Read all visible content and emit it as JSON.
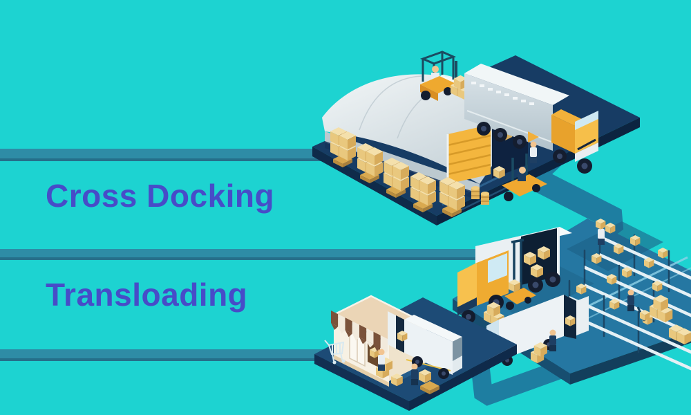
{
  "labels": {
    "cross_docking": "Cross Docking",
    "transloading": "Transloading"
  },
  "colors": {
    "background": "#1DD3D1",
    "road_band": "#2E8CA6",
    "road_connector": "#1E7EA1",
    "label_text": "#474CC8",
    "platform_navy": "#173C64",
    "platform_blue": "#2577A2",
    "store_platform": "#1D4B76",
    "accent_yellow": "#F0A830",
    "box_tan": "#E9C87E",
    "building_light": "#E9EFF2",
    "store_roof_tan": "#EBD5B6",
    "awning_brown": "#7A523A"
  },
  "scenes": {
    "top": "warehouse-cross-docking-scene",
    "right": "transloading-dock-scene",
    "bottom": "store-delivery-scene"
  }
}
